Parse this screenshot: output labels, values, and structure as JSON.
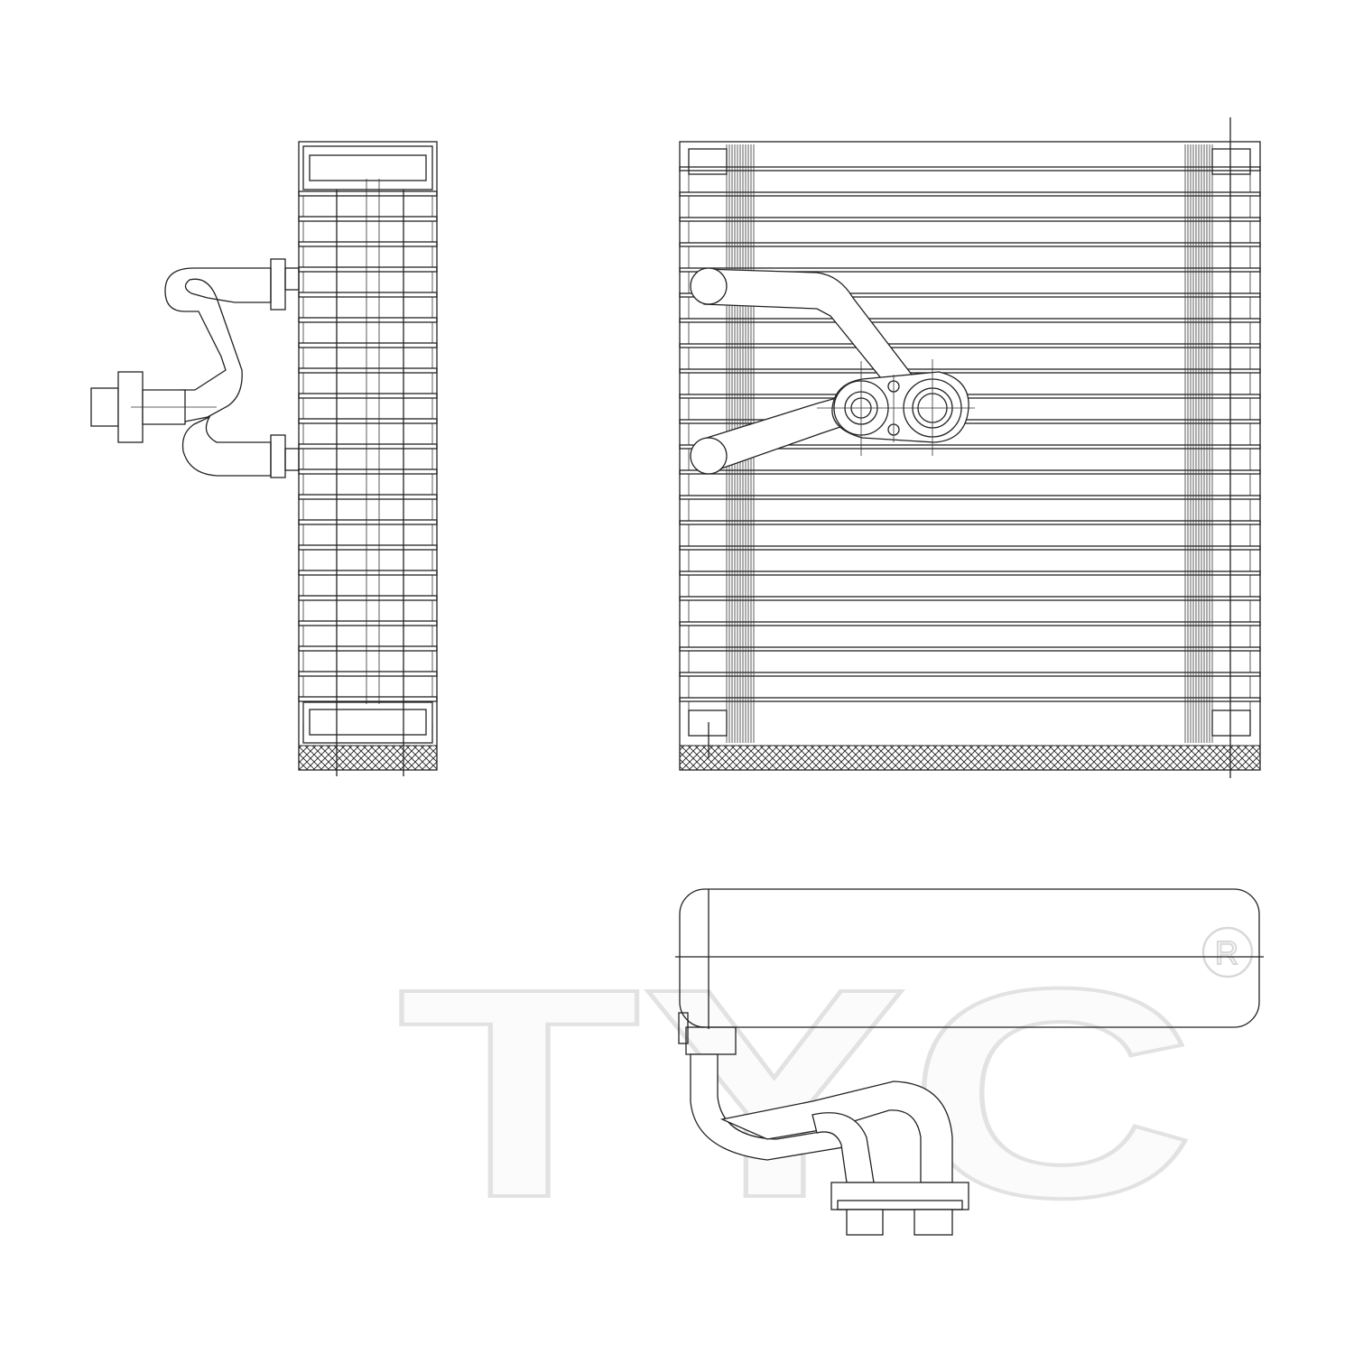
{
  "drawing": {
    "subject": "evaporator-core",
    "views": [
      "side-view",
      "front-view",
      "bottom-view"
    ],
    "line_color": "#222222"
  },
  "watermark": {
    "text": "TYC",
    "registered_mark": "®",
    "color": "#e2e2e2"
  }
}
